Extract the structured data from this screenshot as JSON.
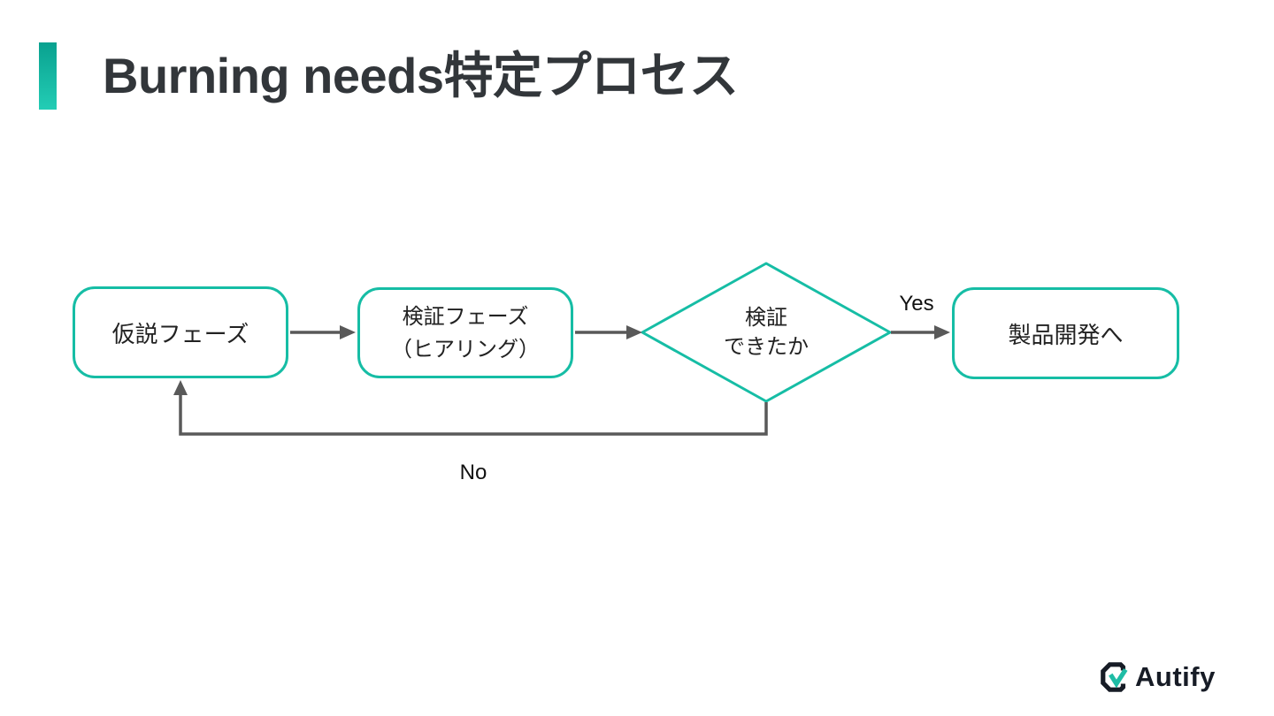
{
  "slide": {
    "title": "Burning needs特定プロセス"
  },
  "flowchart": {
    "nodes": [
      {
        "id": "hypothesis",
        "shape": "rounded-rect",
        "lines": [
          "仮説フェーズ"
        ]
      },
      {
        "id": "verification",
        "shape": "rounded-rect",
        "lines": [
          "検証フェーズ",
          "（ヒアリング）"
        ]
      },
      {
        "id": "decision",
        "shape": "diamond",
        "lines": [
          "検証",
          "できたか"
        ]
      },
      {
        "id": "product-development",
        "shape": "rounded-rect",
        "lines": [
          "製品開発へ"
        ]
      }
    ],
    "edges": [
      {
        "from": "hypothesis",
        "to": "verification",
        "label": ""
      },
      {
        "from": "verification",
        "to": "decision",
        "label": ""
      },
      {
        "from": "decision",
        "to": "product-development",
        "label": "Yes"
      },
      {
        "from": "decision",
        "to": "hypothesis",
        "label": "No"
      }
    ]
  },
  "branding": {
    "logo_text": "Autify",
    "logo_mark": "autify-hexagon-check-icon"
  },
  "colors": {
    "accent_teal": "#16BDA5",
    "accent_teal_gradient_top": "#09A18F",
    "accent_teal_gradient_bottom": "#23CDB5",
    "arrow_gray": "#595959",
    "title_text": "#32363A",
    "node_text": "#222222",
    "logo_navy": "#171C26"
  }
}
